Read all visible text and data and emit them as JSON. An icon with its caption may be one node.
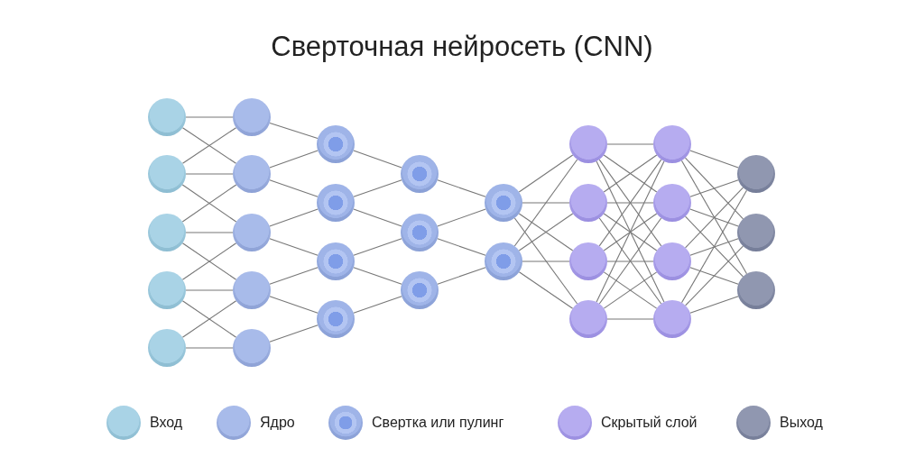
{
  "diagram": {
    "title": "Сверточная нейросеть (CNN)",
    "nodes": [
      {
        "text": [],
        "shape": "circle"
      },
      {
        "text": [],
        "shape": "circle"
      },
      {
        "text": [],
        "shape": "circle"
      },
      {
        "text": [],
        "shape": "circle"
      },
      {
        "text": [],
        "shape": "circle"
      },
      {
        "text": [],
        "shape": "circle"
      },
      {
        "text": [],
        "shape": "circle"
      },
      {
        "text": [],
        "shape": "circle"
      },
      {
        "text": [],
        "shape": "circle"
      },
      {
        "text": [],
        "shape": "circle"
      },
      {
        "text": [],
        "shape": "circle"
      },
      {
        "text": [],
        "shape": "circle"
      },
      {
        "text": [],
        "shape": "circle"
      },
      {
        "text": [],
        "shape": "circle"
      },
      {
        "text": [],
        "shape": "circle"
      },
      {
        "text": [],
        "shape": "circle"
      },
      {
        "text": [],
        "shape": "circle"
      },
      {
        "text": [],
        "shape": "circle"
      },
      {
        "text": [],
        "shape": "circle"
      },
      {
        "text": [],
        "shape": "circle"
      },
      {
        "text": [],
        "shape": "circle"
      },
      {
        "text": [],
        "shape": "circle"
      },
      {
        "text": [],
        "shape": "circle"
      },
      {
        "text": [],
        "shape": "circle"
      },
      {
        "text": [],
        "shape": "circle"
      },
      {
        "text": [],
        "shape": "circle"
      },
      {
        "text": [],
        "shape": "circle"
      },
      {
        "text": [],
        "shape": "circle"
      },
      {
        "text": [],
        "shape": "circle"
      },
      {
        "text": [],
        "shape": "circle"
      }
    ],
    "edges": [
      {
        "from": 0,
        "to": 5,
        "arrow": "none"
      },
      {
        "from": 0,
        "to": 6,
        "arrow": "none"
      },
      {
        "from": 1,
        "to": 5,
        "arrow": "none"
      },
      {
        "from": 1,
        "to": 6,
        "arrow": "none"
      },
      {
        "from": 1,
        "to": 7,
        "arrow": "none"
      },
      {
        "from": 2,
        "to": 6,
        "arrow": "none"
      },
      {
        "from": 2,
        "to": 7,
        "arrow": "none"
      },
      {
        "from": 2,
        "to": 8,
        "arrow": "none"
      },
      {
        "from": 3,
        "to": 7,
        "arrow": "none"
      },
      {
        "from": 3,
        "to": 8,
        "arrow": "none"
      },
      {
        "from": 3,
        "to": 9,
        "arrow": "none"
      },
      {
        "from": 4,
        "to": 8,
        "arrow": "none"
      },
      {
        "from": 4,
        "to": 9,
        "arrow": "none"
      },
      {
        "from": 5,
        "to": 10,
        "arrow": "none"
      },
      {
        "from": 6,
        "to": 10,
        "arrow": "none"
      },
      {
        "from": 6,
        "to": 11,
        "arrow": "none"
      },
      {
        "from": 7,
        "to": 11,
        "arrow": "none"
      },
      {
        "from": 7,
        "to": 12,
        "arrow": "none"
      },
      {
        "from": 8,
        "to": 12,
        "arrow": "none"
      },
      {
        "from": 8,
        "to": 13,
        "arrow": "none"
      },
      {
        "from": 9,
        "to": 13,
        "arrow": "none"
      },
      {
        "from": 10,
        "to": 14,
        "arrow": "none"
      },
      {
        "from": 11,
        "to": 14,
        "arrow": "none"
      },
      {
        "from": 11,
        "to": 15,
        "arrow": "none"
      },
      {
        "from": 12,
        "to": 15,
        "arrow": "none"
      },
      {
        "from": 12,
        "to": 16,
        "arrow": "none"
      },
      {
        "from": 13,
        "to": 16,
        "arrow": "none"
      },
      {
        "from": 14,
        "to": 17,
        "arrow": "none"
      },
      {
        "from": 15,
        "to": 17,
        "arrow": "none"
      },
      {
        "from": 15,
        "to": 18,
        "arrow": "none"
      },
      {
        "from": 16,
        "to": 18,
        "arrow": "none"
      },
      {
        "from": 17,
        "to": 19,
        "arrow": "none"
      },
      {
        "from": 17,
        "to": 20,
        "arrow": "none"
      },
      {
        "from": 17,
        "to": 21,
        "arrow": "none"
      },
      {
        "from": 17,
        "to": 22,
        "arrow": "none"
      },
      {
        "from": 18,
        "to": 19,
        "arrow": "none"
      },
      {
        "from": 18,
        "to": 20,
        "arrow": "none"
      },
      {
        "from": 18,
        "to": 21,
        "arrow": "none"
      },
      {
        "from": 18,
        "to": 22,
        "arrow": "none"
      },
      {
        "from": 19,
        "to": 23,
        "arrow": "none"
      },
      {
        "from": 19,
        "to": 24,
        "arrow": "none"
      },
      {
        "from": 19,
        "to": 25,
        "arrow": "none"
      },
      {
        "from": 19,
        "to": 26,
        "arrow": "none"
      },
      {
        "from": 20,
        "to": 23,
        "arrow": "none"
      },
      {
        "from": 20,
        "to": 24,
        "arrow": "none"
      },
      {
        "from": 20,
        "to": 25,
        "arrow": "none"
      },
      {
        "from": 20,
        "to": 26,
        "arrow": "none"
      },
      {
        "from": 21,
        "to": 23,
        "arrow": "none"
      },
      {
        "from": 21,
        "to": 24,
        "arrow": "none"
      },
      {
        "from": 21,
        "to": 25,
        "arrow": "none"
      },
      {
        "from": 21,
        "to": 26,
        "arrow": "none"
      },
      {
        "from": 22,
        "to": 23,
        "arrow": "none"
      },
      {
        "from": 22,
        "to": 24,
        "arrow": "none"
      },
      {
        "from": 22,
        "to": 25,
        "arrow": "none"
      },
      {
        "from": 22,
        "to": 26,
        "arrow": "none"
      },
      {
        "from": 23,
        "to": 27,
        "arrow": "none"
      },
      {
        "from": 23,
        "to": 28,
        "arrow": "none"
      },
      {
        "from": 23,
        "to": 29,
        "arrow": "none"
      },
      {
        "from": 24,
        "to": 27,
        "arrow": "none"
      },
      {
        "from": 24,
        "to": 28,
        "arrow": "none"
      },
      {
        "from": 24,
        "to": 29,
        "arrow": "none"
      },
      {
        "from": 25,
        "to": 27,
        "arrow": "none"
      },
      {
        "from": 25,
        "to": 28,
        "arrow": "none"
      },
      {
        "from": 25,
        "to": 29,
        "arrow": "none"
      },
      {
        "from": 26,
        "to": 27,
        "arrow": "none"
      },
      {
        "from": 26,
        "to": 28,
        "arrow": "none"
      },
      {
        "from": 26,
        "to": 29,
        "arrow": "none"
      }
    ],
    "legend": [
      {
        "text": "Вход",
        "color": "#a9d3e6"
      },
      {
        "text": "Ядро",
        "color": "#a8bbea"
      },
      {
        "text": "Свертка или пулинг",
        "color": "#9fb4e8"
      },
      {
        "text": "Скрытый слой",
        "color": "#b6acf0"
      },
      {
        "text": "Выход",
        "color": "#9097b0"
      }
    ]
  }
}
